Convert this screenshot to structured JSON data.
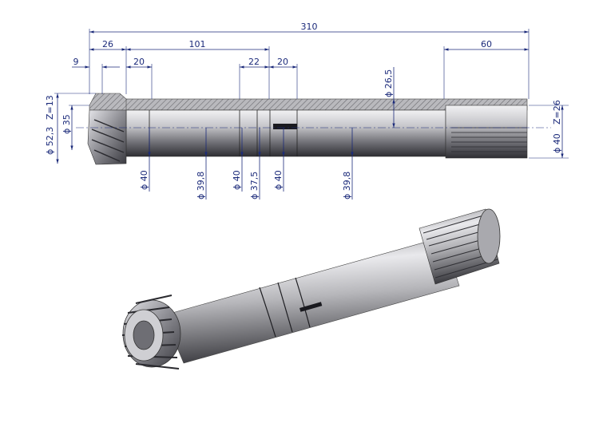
{
  "dimensions": {
    "overall_length": "310",
    "len_26": "26",
    "len_9": "9",
    "len_20_left": "20",
    "len_101": "101",
    "len_22": "22",
    "len_20_mid": "20",
    "len_60": "60",
    "dia_26_5": "ϕ 26,5",
    "dia_52_3": "ϕ 52,3",
    "z_13": "Z=13",
    "dia_35": "ϕ 35",
    "dia_40_a": "ϕ 40",
    "dia_39_8_a": "ϕ 39,8",
    "dia_40_b": "ϕ 40",
    "dia_37_5": "ϕ 37,5",
    "dia_40_c": "ϕ 40",
    "dia_39_8_b": "ϕ 39,8",
    "dia_40_right": "ϕ 40",
    "z_26": "Z=26"
  },
  "colors": {
    "dimension": "#1b2a7a",
    "steel_light": "#d8d8dc",
    "steel_mid": "#9a9aa0",
    "steel_dark": "#3d3d42",
    "section_hatch": "#6b6b70"
  }
}
